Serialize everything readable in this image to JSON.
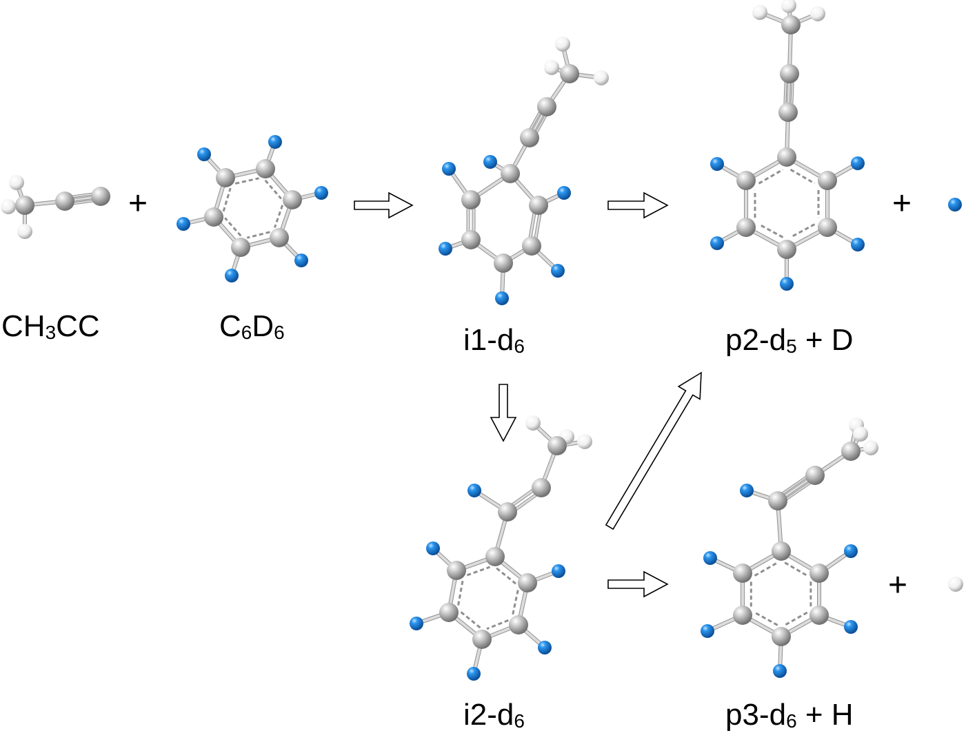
{
  "labels": {
    "propynyl": {
      "main": "CH",
      "sub": "3",
      "tail": "CC"
    },
    "benzene": {
      "c": "C",
      "c_sub": "6",
      "d": "D",
      "d_sub": "6"
    },
    "i1": {
      "main": "i1-d",
      "sub": "6"
    },
    "i2": {
      "main": "i2-d",
      "sub": "6"
    },
    "p2": {
      "main": "p2-d",
      "sub": "5",
      "tail": " + D"
    },
    "p3": {
      "main": "p3-d",
      "sub": "6",
      "tail": " + H"
    }
  },
  "plus_sign": "+",
  "colors": {
    "carbon": "#a9a9a9",
    "deuterium": "#1c7fd8",
    "hydrogen": "#f2f2f2",
    "bond": "#9a9a9a"
  }
}
